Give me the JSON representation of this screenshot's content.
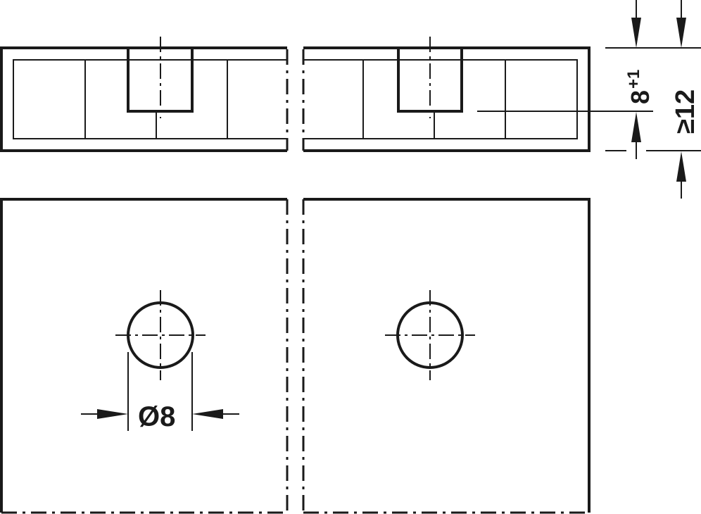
{
  "dimensions": {
    "depth_label": "8",
    "depth_tolerance": "+1",
    "thickness_label": "≥12",
    "diameter_label": "Ø8"
  },
  "colors": {
    "line": "#1a1a1a",
    "background": "#ffffff"
  }
}
